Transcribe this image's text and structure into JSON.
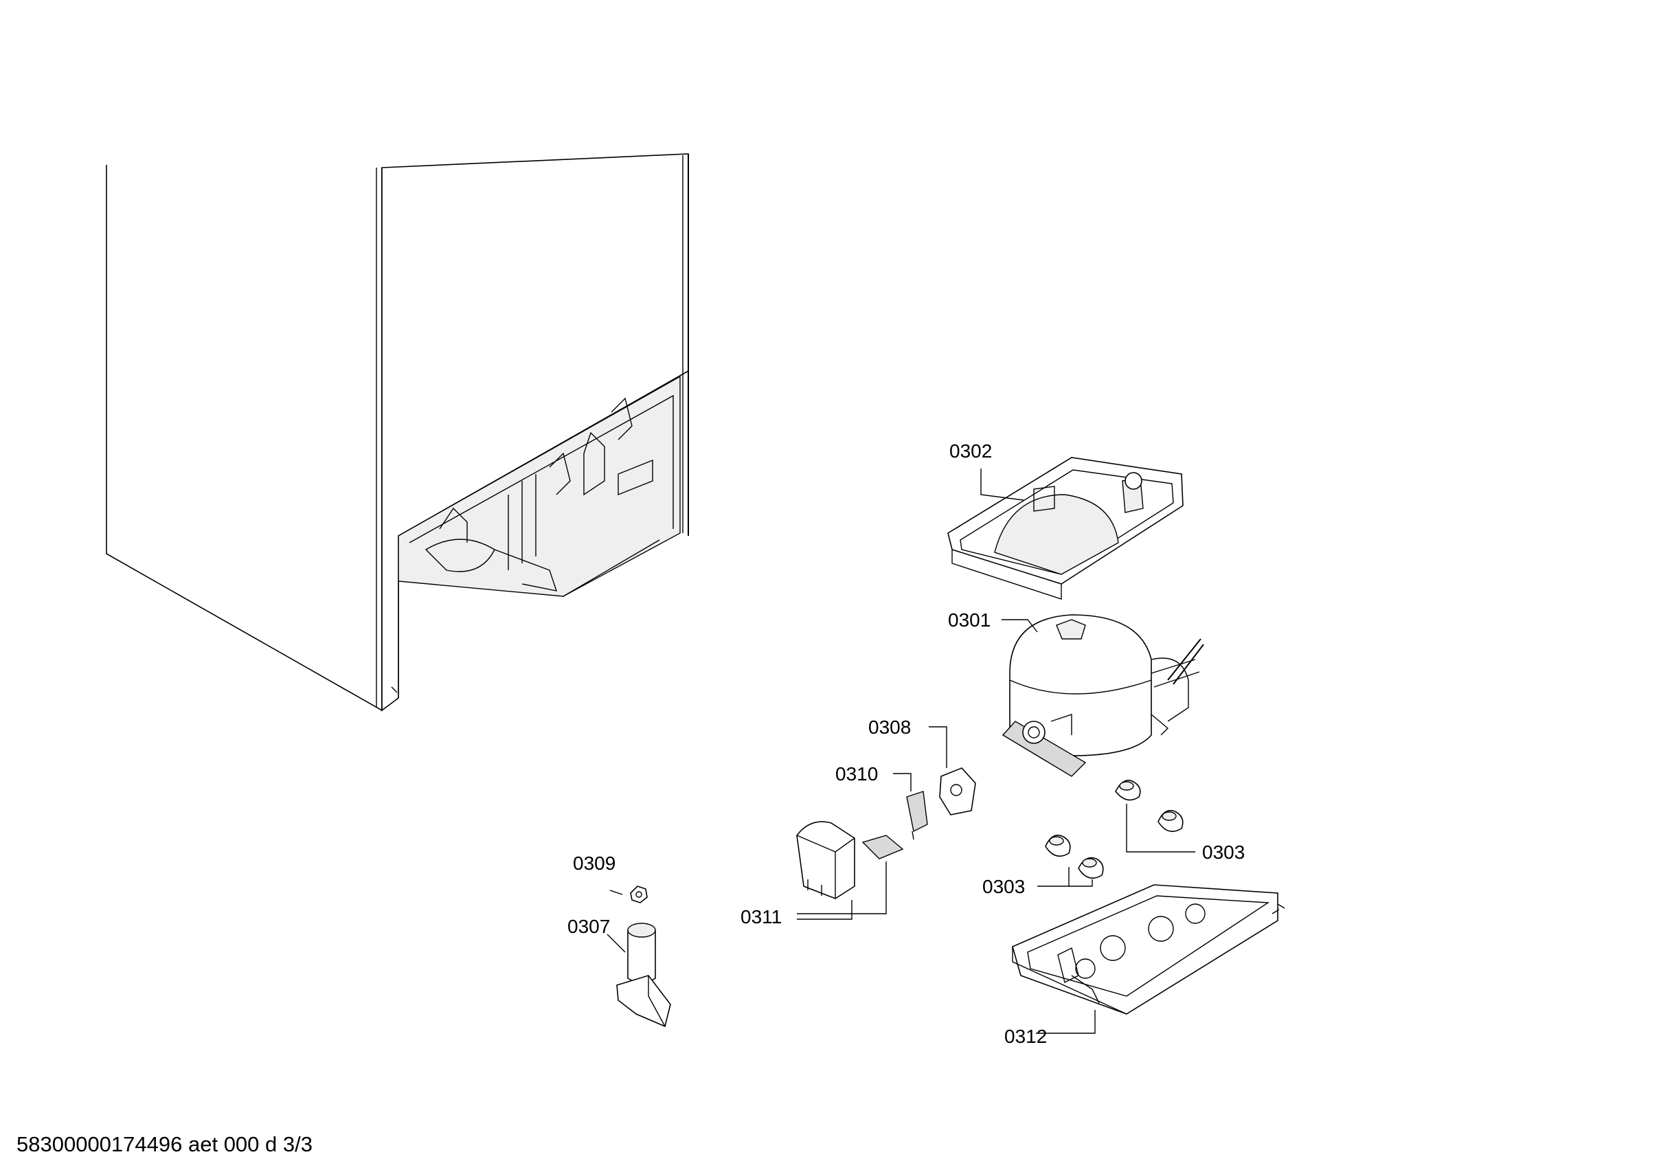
{
  "callouts": {
    "p0302": "0302",
    "p0301": "0301",
    "p0308": "0308",
    "p0310": "0310",
    "p0303a": "0303",
    "p0303b": "0303",
    "p0309": "0309",
    "p0307": "0307",
    "p0311": "0311",
    "p0312": "0312"
  },
  "footer": {
    "document_id": "58300000174496 aet 000 d 3/3"
  }
}
